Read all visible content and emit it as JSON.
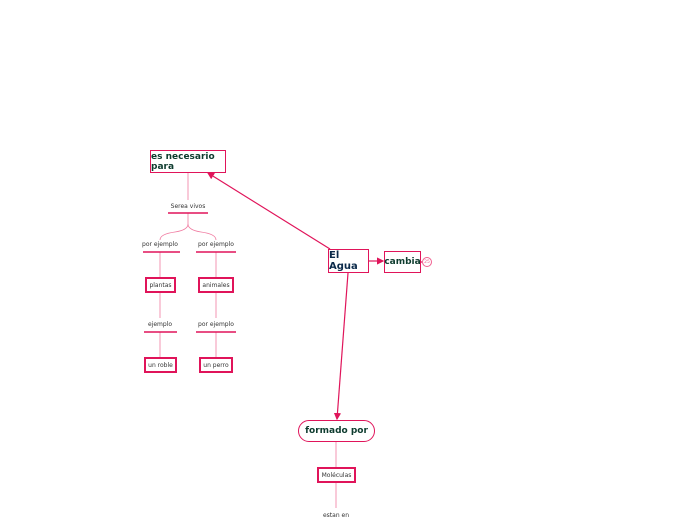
{
  "colors": {
    "accent": "#e0145a",
    "line": "#f07aa0",
    "text_main": "#0d3b2e"
  },
  "nodes": {
    "root": "El Agua",
    "necesario": "es necesario para",
    "cambia": "cambia",
    "cambia_badge": "25",
    "formado": "formado por",
    "seres": "Serea vivos",
    "por_ejemplo_1": "por ejemplo",
    "por_ejemplo_2": "por ejemplo",
    "plantas": "plantas",
    "animales": "animales",
    "ejemplo": "ejemplo",
    "por_ejemplo_3": "por ejemplo",
    "roble": "un roble",
    "perro": "un perro",
    "moleculas": "Moléculas",
    "estan": "estan en"
  }
}
